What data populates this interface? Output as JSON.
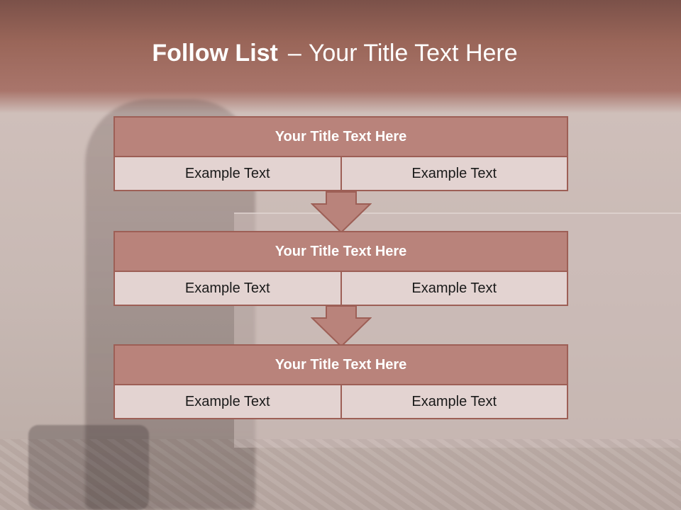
{
  "slide": {
    "title_bold": "Follow List",
    "title_dash": "–",
    "title_rest": "Your Title Text Here"
  },
  "steps": [
    {
      "title": "Your Title Text Here",
      "left": "Example Text",
      "right": "Example Text"
    },
    {
      "title": "Your Title Text Here",
      "left": "Example Text",
      "right": "Example Text"
    },
    {
      "title": "Your Title Text Here",
      "left": "Example Text",
      "right": "Example Text"
    }
  ],
  "colors": {
    "header_band": "#9a6659",
    "box_title_fill": "#b9837b",
    "box_cell_fill": "#e3d3d1",
    "box_border": "#9d5f56",
    "arrow_fill": "#b9837b"
  }
}
